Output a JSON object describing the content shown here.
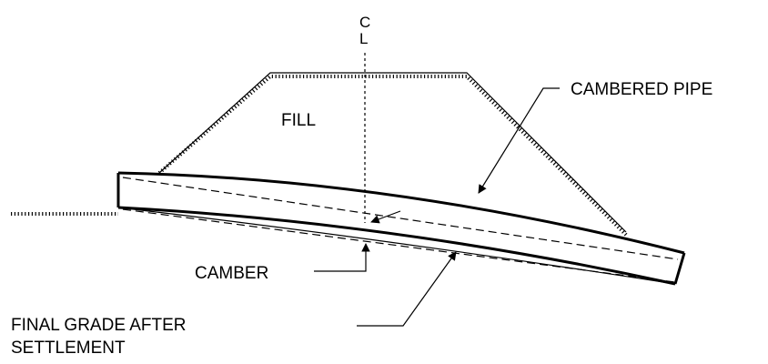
{
  "diagram": {
    "labels": {
      "centerline_c": "C",
      "centerline_l": "L",
      "fill": "FILL",
      "cambered_pipe": "CAMBERED PIPE",
      "camber": "CAMBER",
      "final_grade_line1": "FINAL GRADE AFTER",
      "final_grade_line2": "SETTLEMENT"
    }
  }
}
